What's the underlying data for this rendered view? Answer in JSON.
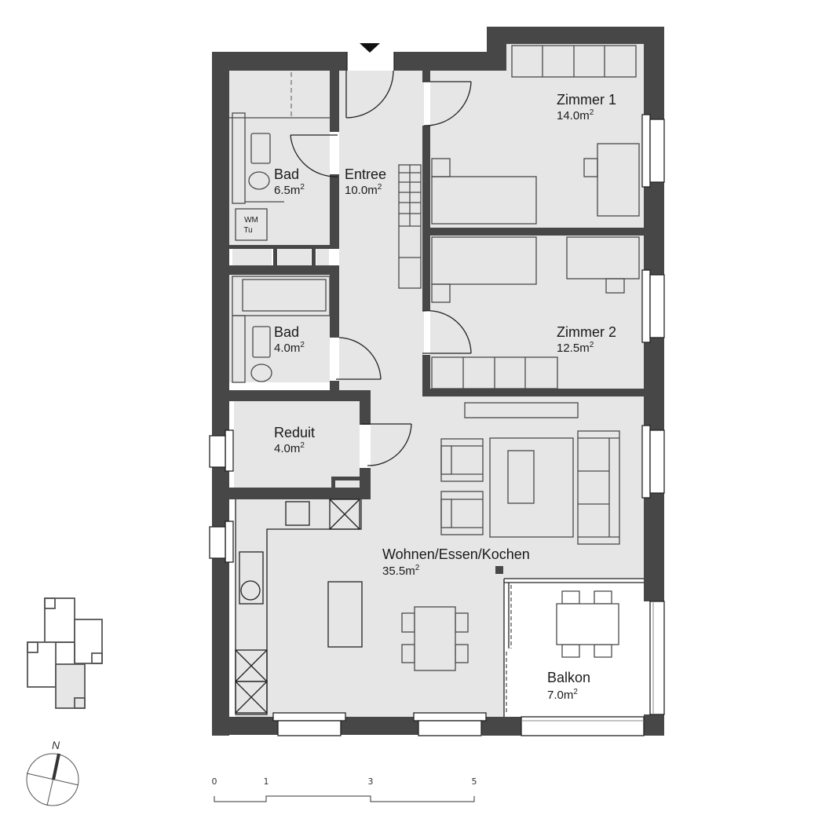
{
  "plan": {
    "entrance_marker": "entrance-arrow",
    "rooms": [
      {
        "id": "zimmer1",
        "name": "Zimmer 1",
        "area": "14.0m",
        "unit_sup": "2"
      },
      {
        "id": "bad1",
        "name": "Bad",
        "area": "6.5m",
        "unit_sup": "2"
      },
      {
        "id": "entree",
        "name": "Entree",
        "area": "10.0m",
        "unit_sup": "2"
      },
      {
        "id": "bad2",
        "name": "Bad",
        "area": "4.0m",
        "unit_sup": "2"
      },
      {
        "id": "zimmer2",
        "name": "Zimmer 2",
        "area": "12.5m",
        "unit_sup": "2"
      },
      {
        "id": "reduit",
        "name": "Reduit",
        "area": "4.0m",
        "unit_sup": "2"
      },
      {
        "id": "wohnen",
        "name": "Wohnen/Essen/Kochen",
        "area": "35.5m",
        "unit_sup": "2"
      },
      {
        "id": "balkon",
        "name": "Balkon",
        "area": "7.0m",
        "unit_sup": "2"
      }
    ],
    "appliance_label_line1": "WM",
    "appliance_label_line2": "Tu"
  },
  "scale_bar": {
    "ticks": [
      "0",
      "1",
      "3",
      "5"
    ]
  },
  "compass": {
    "north_label": "N"
  },
  "colors": {
    "wall": "#474747",
    "floor": "#e6e6e6",
    "balcony": "#ffffff"
  }
}
